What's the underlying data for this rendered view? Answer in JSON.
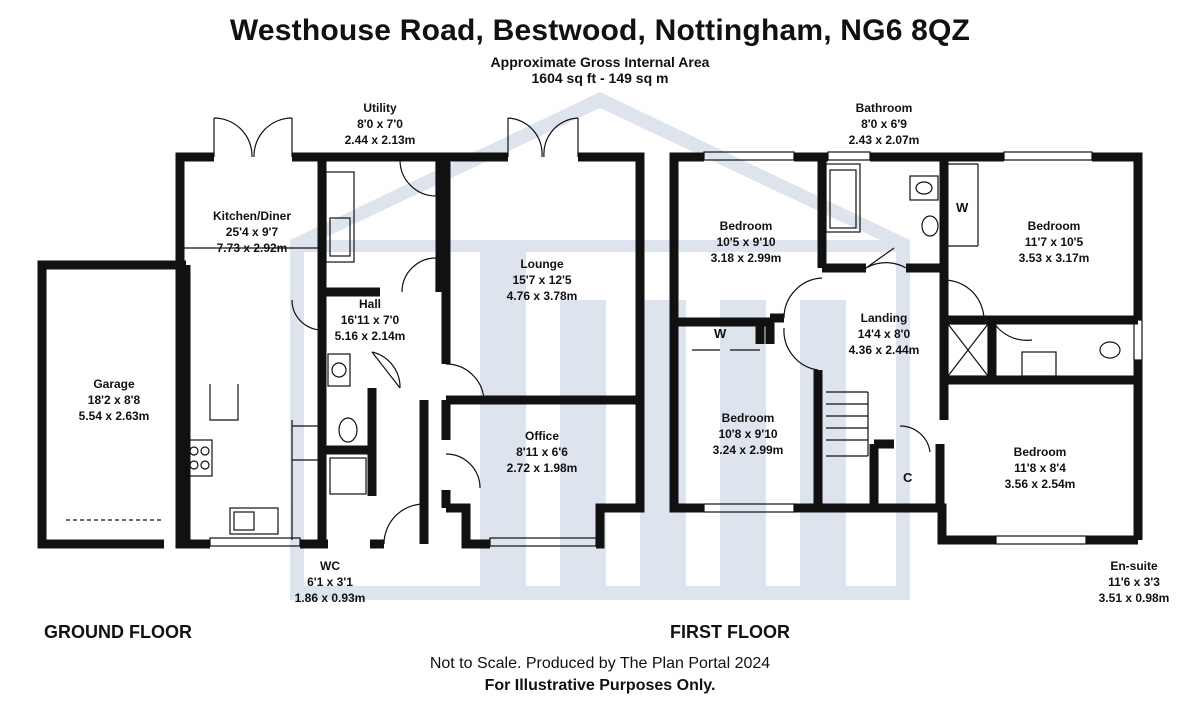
{
  "header": {
    "title": "Westhouse Road, Bestwood, Nottingham, NG6 8QZ",
    "area_label": "Approximate Gross Internal Area",
    "area_value": "1604 sq ft - 149 sq m"
  },
  "floors": {
    "ground_label": "GROUND FLOOR",
    "first_label": "FIRST FLOOR"
  },
  "rooms": {
    "utility": {
      "name": "Utility",
      "imperial": "8'0 x 7'0",
      "metric": "2.44 x 2.13m"
    },
    "kitchen": {
      "name": "Kitchen/Diner",
      "imperial": "25'4 x 9'7",
      "metric": "7.73 x 2.92m"
    },
    "lounge": {
      "name": "Lounge",
      "imperial": "15'7 x 12'5",
      "metric": "4.76 x 3.78m"
    },
    "hall": {
      "name": "Hall",
      "imperial": "16'11 x 7'0",
      "metric": "5.16 x 2.14m"
    },
    "garage": {
      "name": "Garage",
      "imperial": "18'2 x 8'8",
      "metric": "5.54 x 2.63m"
    },
    "office": {
      "name": "Office",
      "imperial": "8'11 x 6'6",
      "metric": "2.72 x 1.98m"
    },
    "wc": {
      "name": "WC",
      "imperial": "6'1 x 3'1",
      "metric": "1.86 x 0.93m"
    },
    "bathroom": {
      "name": "Bathroom",
      "imperial": "8'0 x 6'9",
      "metric": "2.43 x 2.07m"
    },
    "bedroom1": {
      "name": "Bedroom",
      "imperial": "10'5 x 9'10",
      "metric": "3.18 x 2.99m"
    },
    "bedroom2": {
      "name": "Bedroom",
      "imperial": "11'7 x 10'5",
      "metric": "3.53 x 3.17m"
    },
    "landing": {
      "name": "Landing",
      "imperial": "14'4 x 8'0",
      "metric": "4.36 x 2.44m"
    },
    "bedroom3": {
      "name": "Bedroom",
      "imperial": "10'8 x 9'10",
      "metric": "3.24 x 2.99m"
    },
    "bedroom4": {
      "name": "Bedroom",
      "imperial": "11'8 x 8'4",
      "metric": "3.56 x 2.54m"
    },
    "ensuite": {
      "name": "En-suite",
      "imperial": "11'6 x 3'3",
      "metric": "3.51 x 0.98m"
    }
  },
  "marks": {
    "wardrobe_a": "W",
    "wardrobe_b": "W",
    "cupboard": "C"
  },
  "footer": {
    "line1": "Not to Scale. Produced by The Plan Portal 2024",
    "line2": "For Illustrative Purposes Only."
  },
  "colors": {
    "wall": "#111111",
    "watermark": "#cfd8e6"
  }
}
